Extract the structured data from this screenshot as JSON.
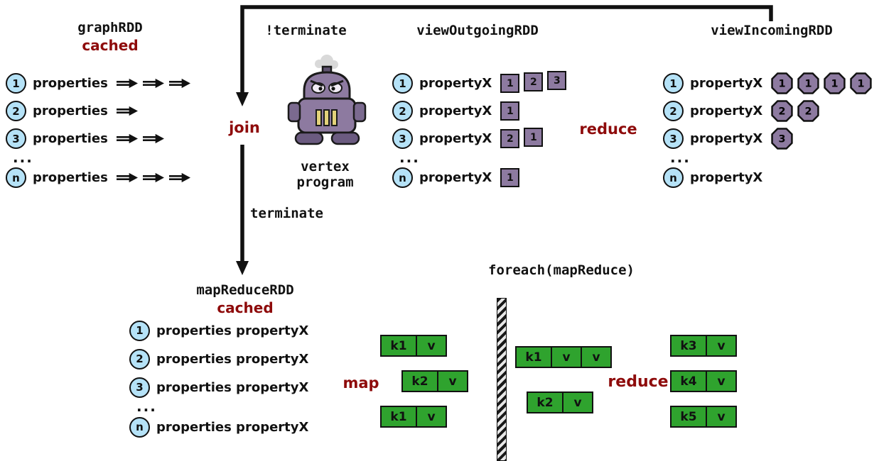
{
  "colors": {
    "accent_red": "#8e0b0b",
    "circle_fill": "#b5e2f7",
    "purple_fill": "#8d7aa0",
    "green_fill": "#2fa32e",
    "line_color": "#111111"
  },
  "labels": {
    "not_terminate": "!terminate",
    "join": "join",
    "vertex_program_line1": "vertex",
    "vertex_program_line2": "program",
    "terminate": "terminate",
    "reduce_top": "reduce",
    "map": "map",
    "reduce_bottom": "reduce",
    "foreach": "foreach(mapReduce)"
  },
  "graph_rdd": {
    "title": "graphRDD",
    "subtitle": "cached",
    "dots": "...",
    "rows": [
      {
        "id": "1",
        "label": "properties",
        "arrows": 3
      },
      {
        "id": "2",
        "label": "properties",
        "arrows": 1
      },
      {
        "id": "3",
        "label": "properties",
        "arrows": 2
      },
      {
        "id": "n",
        "label": "properties",
        "arrows": 3
      }
    ]
  },
  "view_outgoing": {
    "title": "viewOutgoingRDD",
    "dots": "...",
    "rows": [
      {
        "id": "1",
        "label": "propertyX",
        "cells": [
          "1",
          "2",
          "3"
        ]
      },
      {
        "id": "2",
        "label": "propertyX",
        "cells": [
          "1"
        ]
      },
      {
        "id": "3",
        "label": "propertyX",
        "cells": [
          "2",
          "1"
        ]
      },
      {
        "id": "n",
        "label": "propertyX",
        "cells": [
          "1"
        ]
      }
    ]
  },
  "view_incoming": {
    "title": "viewIncomingRDD",
    "dots": "...",
    "rows": [
      {
        "id": "1",
        "label": "propertyX",
        "cells": [
          "1",
          "1",
          "1",
          "1"
        ]
      },
      {
        "id": "2",
        "label": "propertyX",
        "cells": [
          "2",
          "2"
        ]
      },
      {
        "id": "3",
        "label": "propertyX",
        "cells": [
          "3"
        ]
      },
      {
        "id": "n",
        "label": "propertyX",
        "cells": []
      }
    ]
  },
  "map_reduce_rdd": {
    "title": "mapReduceRDD",
    "subtitle": "cached",
    "dots": "...",
    "rows": [
      {
        "id": "1",
        "label": "properties propertyX"
      },
      {
        "id": "2",
        "label": "properties propertyX"
      },
      {
        "id": "3",
        "label": "properties propertyX"
      },
      {
        "id": "n",
        "label": "properties propertyX"
      }
    ]
  },
  "map_boxes": [
    [
      "k1",
      "v"
    ],
    [
      "k2",
      "v"
    ],
    [
      "k1",
      "v"
    ]
  ],
  "shuffle_boxes": [
    [
      "k1",
      "v",
      "v"
    ],
    [
      "k2",
      "v"
    ]
  ],
  "reduce_boxes": [
    [
      "k3",
      "v"
    ],
    [
      "k4",
      "v"
    ],
    [
      "k5",
      "v"
    ]
  ]
}
